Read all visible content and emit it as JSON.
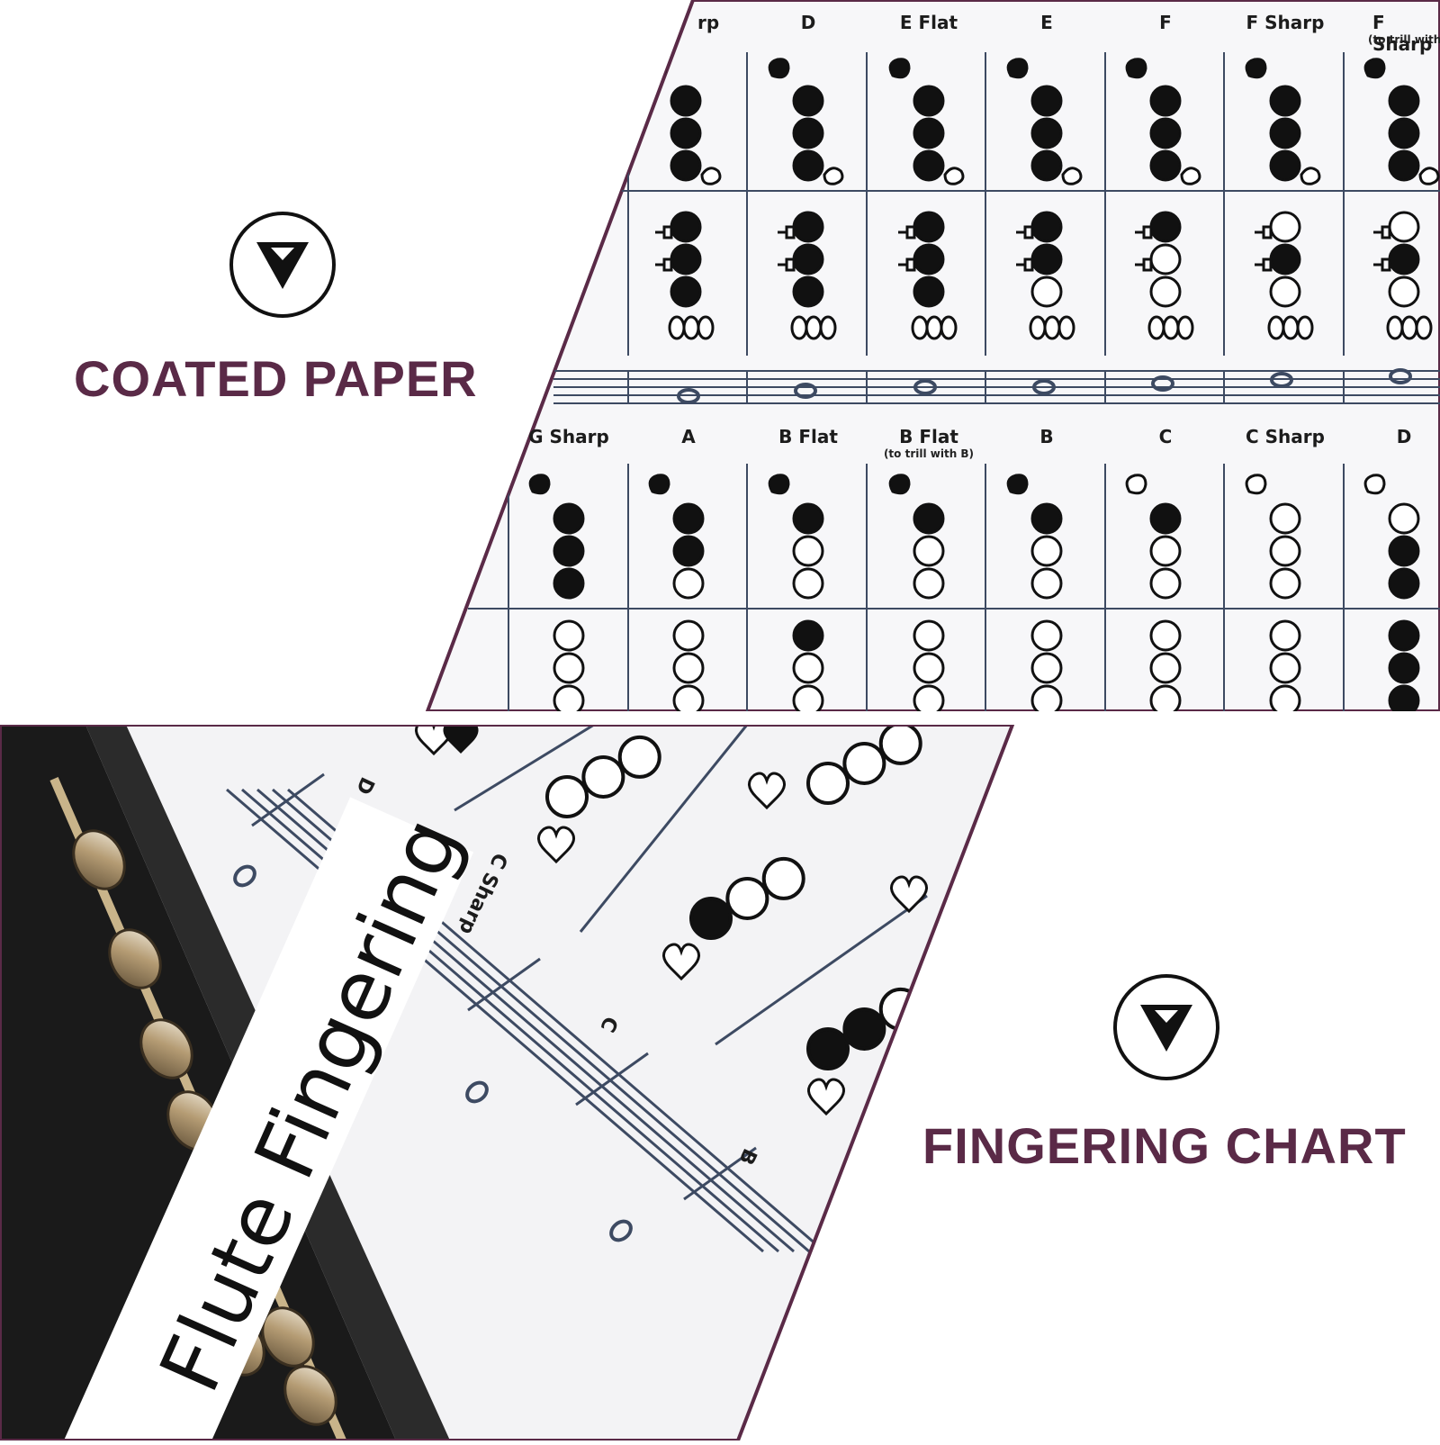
{
  "colors": {
    "accent": "#5a2a47",
    "ink": "#111111",
    "staff": "#3d4a62",
    "sheet": "#f7f7f9"
  },
  "icons": {
    "badge": "chevron-down-circle-icon"
  },
  "top_panel": {
    "headline": "COATED PAPER",
    "row1_labels": [
      "rp",
      "D",
      "E Flat",
      "E",
      "F",
      "F Sharp",
      "F Sharp"
    ],
    "row1_sublabel": "(to trill with E)",
    "row2_labels": [
      "G Sharp",
      "A",
      "B Flat",
      "B Flat",
      "B",
      "C",
      "C Sharp",
      "D"
    ],
    "row2_sublabel": "(to trill with B)"
  },
  "bottom_panel": {
    "headline": "FINGERING CHART",
    "title": "Flute Fingering",
    "note_labels": [
      "D",
      "C Sharp",
      "C",
      "B"
    ]
  }
}
